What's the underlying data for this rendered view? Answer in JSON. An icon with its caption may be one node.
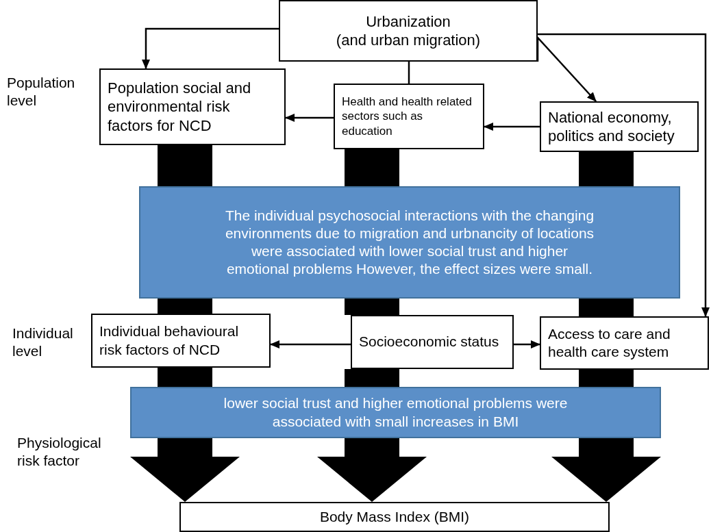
{
  "diagram": {
    "nodes": [
      {
        "text": [
          "Urbanization",
          "(and urban migration)"
        ]
      },
      {
        "text": [
          "Population social and environmental risk factors for NCD"
        ]
      },
      {
        "text": [
          "Health and health related sectors such as education"
        ]
      },
      {
        "text": [
          "National economy, politics and society"
        ]
      },
      {
        "text": [
          "The individual psychosocial interactions with the changing environments due to migration and urbnancity of locations were associated with lower social trust and higher emotional problems However, the effect sizes were small."
        ]
      },
      {
        "text": [
          "Individual behavioural risk factors of NCD"
        ]
      },
      {
        "text": [
          "Socioeconomic status"
        ]
      },
      {
        "text": [
          "Access to care and health care system"
        ]
      },
      {
        "text": [
          "lower social trust and higher emotional problems were associated with small increases in BMI"
        ]
      },
      {
        "text": [
          "Body Mass Index (BMI)"
        ]
      }
    ],
    "edges": [
      {
        "from": 0,
        "to": 1,
        "arrow": "to"
      },
      {
        "from": 0,
        "to": 3,
        "arrow": "to"
      },
      {
        "from": 0,
        "to": 7,
        "arrow": "to"
      },
      {
        "from": 0,
        "to": 2,
        "arrow": "none"
      },
      {
        "from": 2,
        "to": 1,
        "arrow": "to"
      },
      {
        "from": 3,
        "to": 2,
        "arrow": "to"
      },
      {
        "from": 6,
        "to": 5,
        "arrow": "to"
      },
      {
        "from": 6,
        "to": 7,
        "arrow": "to"
      },
      {
        "from": 1,
        "to": 4,
        "arrow": "none"
      },
      {
        "from": 4,
        "to": 5,
        "arrow": "none"
      },
      {
        "from": 5,
        "to": 8,
        "arrow": "none"
      },
      {
        "from": 8,
        "to": 9,
        "arrow": "to"
      },
      {
        "from": 2,
        "to": 4,
        "arrow": "none"
      },
      {
        "from": 4,
        "to": 6,
        "arrow": "none"
      },
      {
        "from": 6,
        "to": 8,
        "arrow": "none"
      },
      {
        "from": 8,
        "to": 9,
        "arrow": "to"
      },
      {
        "from": 3,
        "to": 4,
        "arrow": "none"
      },
      {
        "from": 4,
        "to": 7,
        "arrow": "none"
      },
      {
        "from": 7,
        "to": 8,
        "arrow": "none"
      },
      {
        "from": 8,
        "to": 9,
        "arrow": "to"
      }
    ],
    "labels": [
      "Population level",
      "Individual level",
      "Physiological risk factor"
    ]
  }
}
